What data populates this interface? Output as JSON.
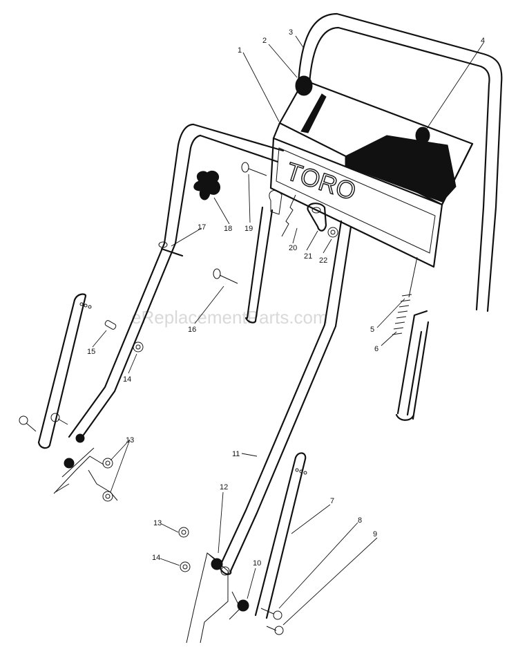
{
  "watermark": "eReplacementParts.com",
  "brand_logo": "TORO",
  "parts": [
    {
      "id": "1",
      "label": "1"
    },
    {
      "id": "2",
      "label": "2"
    },
    {
      "id": "3",
      "label": "3"
    },
    {
      "id": "4",
      "label": "4"
    },
    {
      "id": "5",
      "label": "5"
    },
    {
      "id": "6",
      "label": "6"
    },
    {
      "id": "7",
      "label": "7"
    },
    {
      "id": "8",
      "label": "8"
    },
    {
      "id": "9",
      "label": "9"
    },
    {
      "id": "10",
      "label": "10"
    },
    {
      "id": "11",
      "label": "11"
    },
    {
      "id": "12",
      "label": "12"
    },
    {
      "id": "13a",
      "label": "13"
    },
    {
      "id": "13b",
      "label": "13"
    },
    {
      "id": "14a",
      "label": "14"
    },
    {
      "id": "14b",
      "label": "14"
    },
    {
      "id": "15",
      "label": "15"
    },
    {
      "id": "16",
      "label": "16"
    },
    {
      "id": "17",
      "label": "17"
    },
    {
      "id": "18",
      "label": "18"
    },
    {
      "id": "19",
      "label": "19"
    },
    {
      "id": "20",
      "label": "20"
    },
    {
      "id": "21",
      "label": "21"
    },
    {
      "id": "22",
      "label": "22"
    }
  ]
}
